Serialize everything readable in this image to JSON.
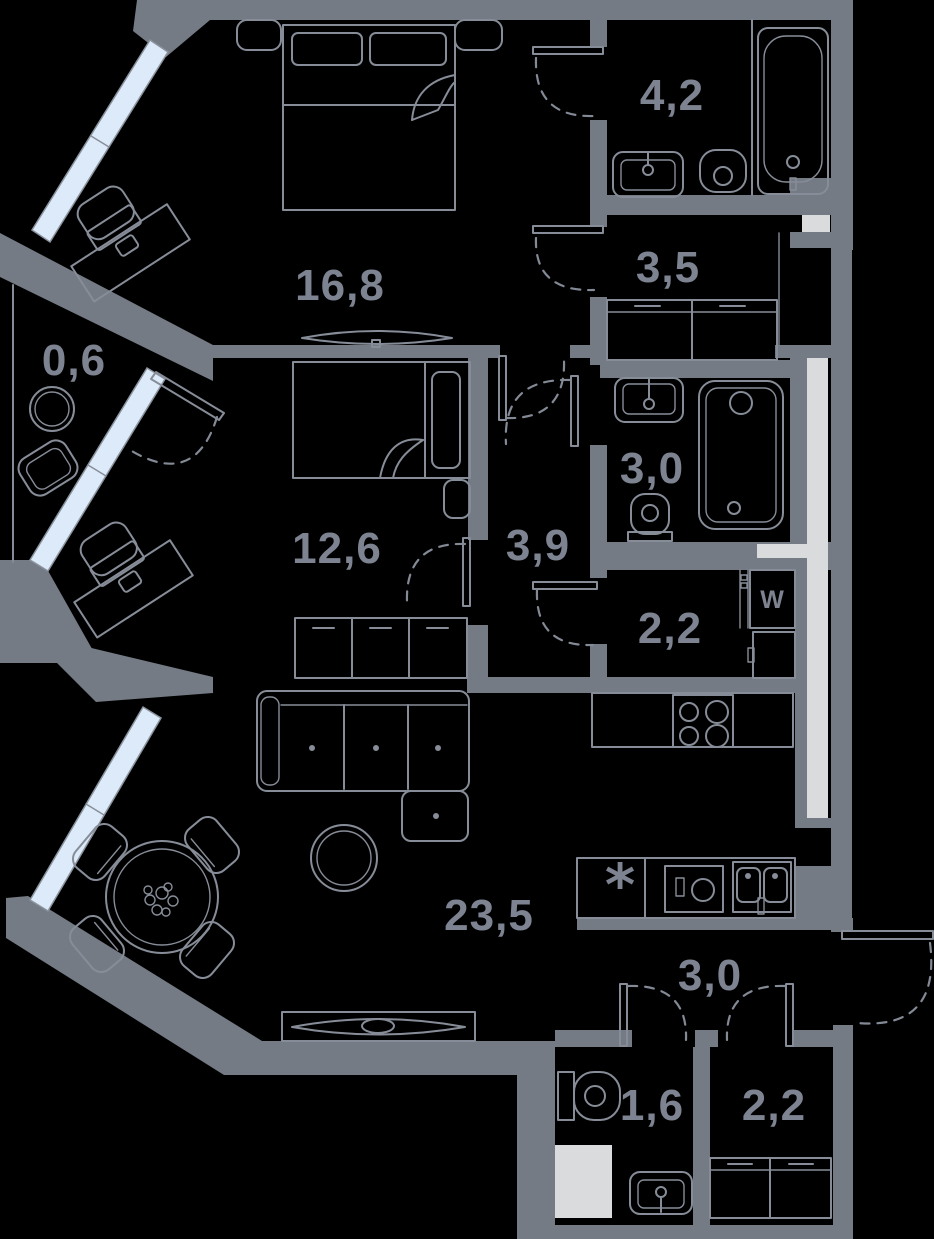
{
  "meta": {
    "title": "Apartment floor plan",
    "type": "architectural-floor-plan"
  },
  "colors": {
    "background": "#000000",
    "wall": "#757b85",
    "shaft_light": "#d9dbdd",
    "window_glass": "#dceaf9",
    "furniture_line": "#878d98",
    "label_text": "#7d8390"
  },
  "rooms": [
    {
      "id": "bedroom-main",
      "label": "16,8"
    },
    {
      "id": "balcony",
      "label": "0,6"
    },
    {
      "id": "bedroom-second",
      "label": "12,6"
    },
    {
      "id": "hall-inner",
      "label": "3,9"
    },
    {
      "id": "living-kitchen",
      "label": "23,5"
    },
    {
      "id": "bathroom-big",
      "label": "4,2"
    },
    {
      "id": "storage",
      "label": "3,5"
    },
    {
      "id": "bathroom-small",
      "label": "3,0"
    },
    {
      "id": "laundry",
      "label": "2,2"
    },
    {
      "id": "hallway-entry",
      "label": "3,0"
    },
    {
      "id": "wc",
      "label": "1,6"
    },
    {
      "id": "closet",
      "label": "2,2"
    }
  ],
  "fixtures": {
    "washer_label": "W",
    "fridge_symbol": "*"
  }
}
